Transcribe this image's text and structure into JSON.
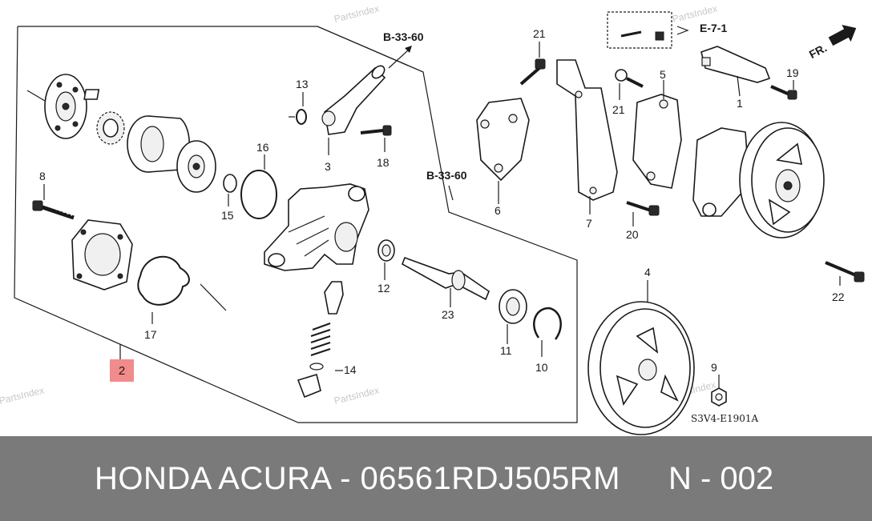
{
  "watermarks": [
    "PartsIndex",
    "PartsIndex",
    "PartsIndex",
    "PartsIndex",
    "PartsIndex",
    "PartsIndex"
  ],
  "refs": {
    "b3360_top": "B-33-60",
    "b3360_mid": "B-33-60",
    "e71": "E-7-1",
    "fr": "FR."
  },
  "callouts": {
    "n1": "1",
    "n2": "2",
    "n3": "3",
    "n4": "4",
    "n5": "5",
    "n6": "6",
    "n7": "7",
    "n8": "8",
    "n9": "9",
    "n10": "10",
    "n11": "11",
    "n12": "12",
    "n13": "13",
    "n14": "14",
    "n15": "15",
    "n16": "16",
    "n17": "17",
    "n18": "18",
    "n19": "19",
    "n20": "20",
    "n21a": "21",
    "n21b": "21",
    "n22": "22",
    "n23": "23"
  },
  "diagram_code": "S3V4-E1901A",
  "highlight_color": "#f28b8b",
  "footer": {
    "title": "HONDA ACURA - 06561RDJ505RM",
    "page": "N - 002",
    "background": "#7a7a7a"
  }
}
